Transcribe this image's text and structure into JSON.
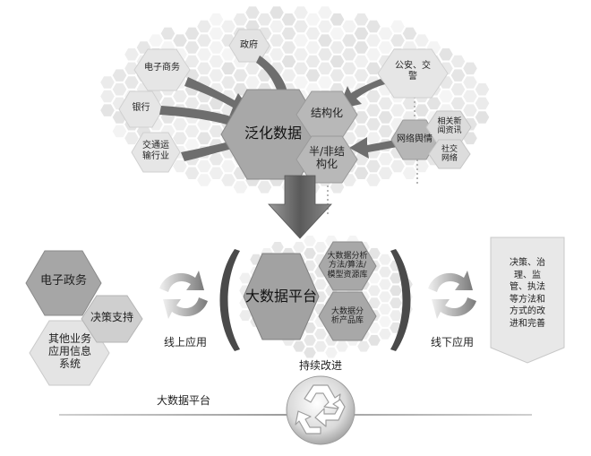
{
  "sources": {
    "government": "政府",
    "ecommerce": "电子商务",
    "bank": "银行",
    "transport": "交通运\n输行业",
    "police": "公安、交\n警"
  },
  "center": {
    "generalized_data": "泛化数据",
    "structured": "结构化",
    "semi_structured": "半/非结\n构化",
    "public_opinion": "网络舆情",
    "news": "相关新\n闻资讯",
    "social": "社交\n网络"
  },
  "platform": {
    "title": "大数据平台",
    "methods": "大数据分析\n方法/算法/\n模型资源库",
    "products": "大数据分\n析产品库"
  },
  "left": {
    "e_gov": "电子政务",
    "decision": "决策支持",
    "other": "其他业务\n应用信息\n系统",
    "online": "线上应用"
  },
  "right": {
    "offline": "线下应用",
    "banner": "决策、治\n理、监\n管、执法\n等方法和\n方式的改\n进和完善"
  },
  "bottom": {
    "improve": "持续改进",
    "platform_label": "大数据平台"
  }
}
